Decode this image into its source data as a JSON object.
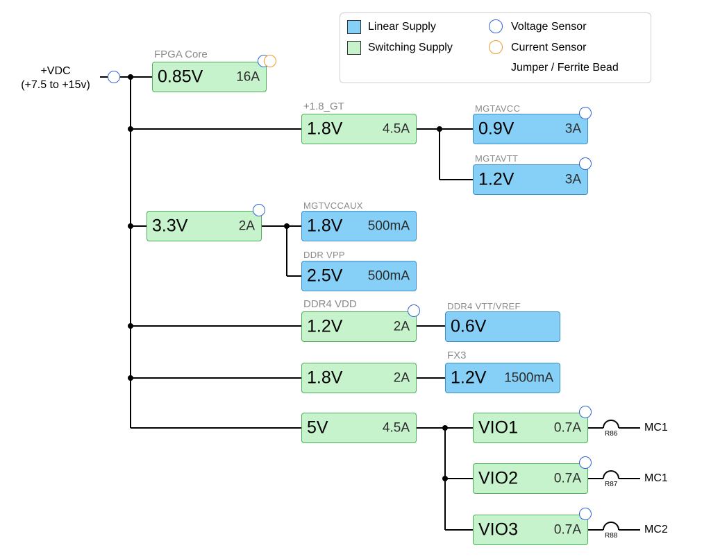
{
  "input": {
    "line1": "+VDC",
    "line2": "(+7.5 to +15v)"
  },
  "legend": {
    "linear": "Linear Supply",
    "switching": "Switching Supply",
    "voltage_sensor": "Voltage Sensor",
    "current_sensor": "Current Sensor",
    "jumper": "Jumper / Ferrite Bead"
  },
  "rails": {
    "fpga_core": {
      "name": "FPGA Core",
      "voltage": "0.85V",
      "current": "16A",
      "type": "switching"
    },
    "gt_1v8": {
      "name": "+1.8_GT",
      "voltage": "1.8V",
      "current": "4.5A",
      "type": "switching"
    },
    "mgtavcc": {
      "name": "MGTAVCC",
      "voltage": "0.9V",
      "current": "3A",
      "type": "linear"
    },
    "mgtavtt": {
      "name": "MGTAVTT",
      "voltage": "1.2V",
      "current": "3A",
      "type": "linear"
    },
    "sw_3v3": {
      "voltage": "3.3V",
      "current": "2A",
      "type": "switching"
    },
    "mgtvccaux": {
      "name": "MGTVCCAUX",
      "voltage": "1.8V",
      "current": "500mA",
      "type": "linear"
    },
    "ddr_vpp": {
      "name": "DDR VPP",
      "voltage": "2.5V",
      "current": "500mA",
      "type": "linear"
    },
    "ddr4_vdd": {
      "name": "DDR4 VDD",
      "voltage": "1.2V",
      "current": "2A",
      "type": "switching"
    },
    "ddr4_vtt": {
      "name": "DDR4 VTT/VREF",
      "voltage": "0.6V",
      "current": "",
      "type": "linear"
    },
    "sw_1v8": {
      "voltage": "1.8V",
      "current": "2A",
      "type": "switching"
    },
    "fx3": {
      "name": "FX3",
      "voltage": "1.2V",
      "current": "1500mA",
      "type": "linear"
    },
    "sw_5v": {
      "voltage": "5V",
      "current": "4.5A",
      "type": "switching"
    },
    "vio1": {
      "voltage": "VIO1",
      "current": "0.7A",
      "type": "switching",
      "jumper": "R86",
      "dest": "MC1"
    },
    "vio2": {
      "voltage": "VIO2",
      "current": "0.7A",
      "type": "switching",
      "jumper": "R87",
      "dest": "MC1"
    },
    "vio3": {
      "voltage": "VIO3",
      "current": "0.7A",
      "type": "switching",
      "jumper": "R88",
      "dest": "MC2"
    }
  },
  "colors": {
    "linear_fill": "#86d0f7",
    "switching_fill": "#c6f2cc",
    "voltage_sensor": "#2f63d6",
    "current_sensor": "#ef9a2e"
  }
}
